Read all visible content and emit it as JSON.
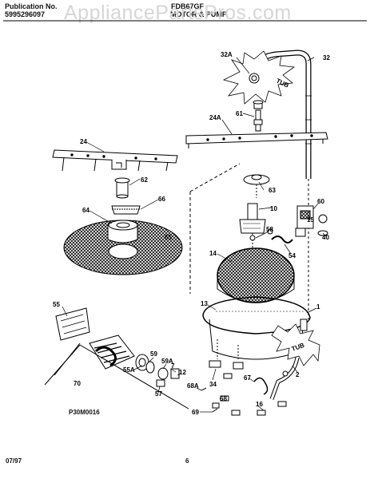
{
  "header": {
    "publication_label": "Publication No.",
    "publication_number": "5995296097",
    "model": "FDB67",
    "model_suffix": "GF",
    "section_title": "MOTOR & PUMP"
  },
  "watermark": "AppliancePartsPros.com",
  "diagram_code": "P30M0016",
  "footer": {
    "date": "07/97",
    "page": "6"
  },
  "callouts": {
    "p32": "32",
    "p32A": "32A",
    "p61": "61",
    "p24A": "24A",
    "p24": "24",
    "p62": "62",
    "p63": "63",
    "p66": "66",
    "p64": "64",
    "p65": "65",
    "p60": "60",
    "p15": "15",
    "p10": "10",
    "p58": "58",
    "p40": "40",
    "p54": "54",
    "p14": "14",
    "p55": "55",
    "p13": "13",
    "p1": "1",
    "p59": "59",
    "p59A": "59A",
    "p7": "7",
    "p12": "12",
    "p55A": "55A",
    "p70": "70",
    "p57": "57",
    "p34": "34",
    "p67": "67",
    "p2": "2",
    "p68A": "68A",
    "p68": "68",
    "p16": "16",
    "p69": "69"
  },
  "tub_text": "TUB"
}
